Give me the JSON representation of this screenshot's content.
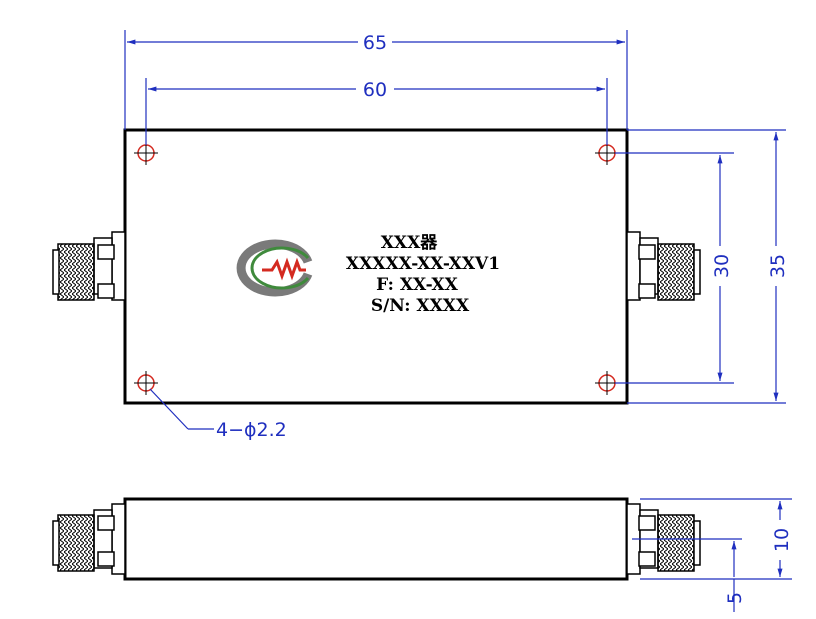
{
  "dimensions": {
    "overall_length": "65",
    "hole_spacing_x": "60",
    "hole_spacing_y": "30",
    "overall_width": "35",
    "height": "10",
    "connector_height": "5",
    "mounting_holes": "4−ϕ2.2"
  },
  "label": {
    "line1": "XXX器",
    "line2": "XXXXX-XX-XXV1",
    "line3": "F: XX-XX",
    "line4": "S/N: XXXX"
  },
  "logo": {
    "icon": "cmw-logo-icon",
    "colors": {
      "red": "#d42a20",
      "green": "#3f8a3c",
      "gray": "#7a7a7a"
    }
  },
  "colors": {
    "dimension": "#1f2fbf",
    "outline": "#000000",
    "hole": "#d42a20"
  }
}
